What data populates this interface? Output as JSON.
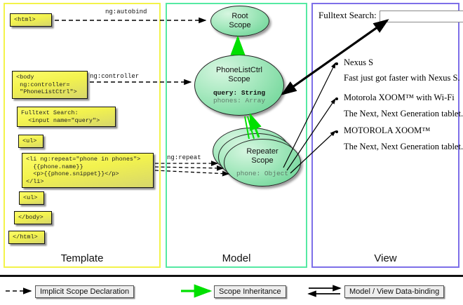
{
  "columns": {
    "template": {
      "label": "Template"
    },
    "model": {
      "label": "Model"
    },
    "view": {
      "label": "View"
    }
  },
  "template_boxes": [
    {
      "name": "html-open-box",
      "text": "<html>"
    },
    {
      "name": "body-controller-box",
      "text": "<body\n ng:controller=\n \"PhoneListCtrl\">"
    },
    {
      "name": "fulltext-search-box",
      "text": "Fulltext Search:\n  <input name=\"query\">"
    },
    {
      "name": "ul-open-box",
      "text": "<ul>"
    },
    {
      "name": "li-repeat-box",
      "text": "<li ng:repeat=\"phone in phones\">\n  {{phone.name}}\n  <p>{{phone.snippet}}</p>\n</li>"
    },
    {
      "name": "ul-close-box",
      "text": "<ul>"
    },
    {
      "name": "body-close-box",
      "text": "</body>"
    },
    {
      "name": "html-close-box",
      "text": "</html>"
    }
  ],
  "arrow_labels": {
    "autobind": "ng:autobind",
    "controller": "ng:controller",
    "repeat": "ng:repeat"
  },
  "model_scopes": {
    "root": {
      "title_line1": "Root",
      "title_line2": "Scope"
    },
    "phonelistctrl": {
      "title_line1": "PhoneListCtrl",
      "title_line2": "Scope",
      "field_query": "query: String",
      "field_phones": "phones: Array"
    },
    "repeater": {
      "title_line1": "Repeater",
      "title_line2": "Scope",
      "field_phone": "phone: Object"
    }
  },
  "view": {
    "search_label": "Fulltext Search:",
    "search_value": "",
    "search_placeholder": "",
    "items": [
      {
        "title": "Nexus S",
        "snippet": "Fast just got faster with Nexus S."
      },
      {
        "title": "Motorola XOOM™  with Wi-Fi",
        "snippet": "The Next, Next Generation tablet."
      },
      {
        "title": "MOTOROLA XOOM™",
        "snippet": "The Next, Next Generation tablet."
      }
    ]
  },
  "legend": [
    {
      "name": "legend-implicit-scope",
      "label": "Implicit Scope Declaration",
      "style": "dashed-black-arrow"
    },
    {
      "name": "legend-scope-inheritance",
      "label": "Scope Inheritance",
      "style": "solid-green-arrow"
    },
    {
      "name": "legend-data-binding",
      "label": "Model / View Data-binding",
      "style": "double-black-arrow"
    }
  ],
  "colors": {
    "template_border": "#f3f34a",
    "model_border": "#55e9a3",
    "view_border": "#7d6fe8",
    "code_box_fill": "#f2f24e",
    "scope_fill": "#7fdba3",
    "inheritance_arrow": "#00e000"
  }
}
